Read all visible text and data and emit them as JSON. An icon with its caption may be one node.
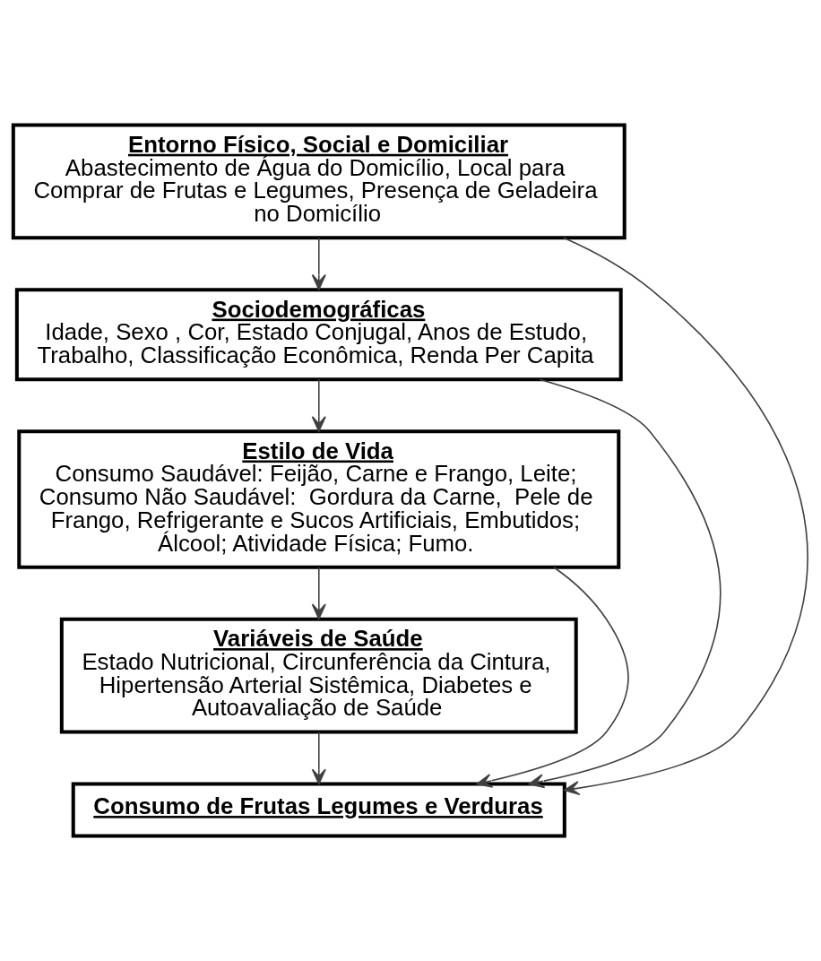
{
  "diagram": {
    "nodes": [
      {
        "text": [
          "Entorno Físico, Social e Domiciliar",
          "Abastecimento de Água do Domicílio, Local para Comprar de Frutas e Legumes, Presença de Geladeira no Domicílio"
        ]
      },
      {
        "text": [
          "Sociodemográficas",
          "Idade, Sexo , Cor, Estado Conjugal, Anos de Estudo, Trabalho, Classificação Econômica, Renda Per Capita"
        ]
      },
      {
        "text": [
          "Estilo de Vida",
          "Consumo Saudável: Feijão, Carne e Frango, Leite; Consumo Não Saudável:  Gordura da Carne,  Pele de Frango, Refrigerante e Sucos Artificiais, Embutidos; Álcool; Atividade Física; Fumo."
        ]
      },
      {
        "text": [
          "Variáveis de Saúde",
          "Estado Nutricional, Circunferência da Cintura, Hipertensão Arterial Sistêmica, Diabetes e Autoavaliação de Saúde"
        ]
      },
      {
        "text": [
          "Consumo de Frutas Legumes e Verduras"
        ]
      }
    ],
    "edges": [
      {
        "from": 0,
        "to": 1,
        "arrow": "to"
      },
      {
        "from": 1,
        "to": 2,
        "arrow": "to"
      },
      {
        "from": 2,
        "to": 3,
        "arrow": "to"
      },
      {
        "from": 3,
        "to": 4,
        "arrow": "to"
      },
      {
        "from": 1,
        "to": 4,
        "arrow": "to"
      },
      {
        "from": 2,
        "to": 4,
        "arrow": "to"
      },
      {
        "from": 0,
        "to": 4,
        "arrow": "to"
      }
    ]
  }
}
